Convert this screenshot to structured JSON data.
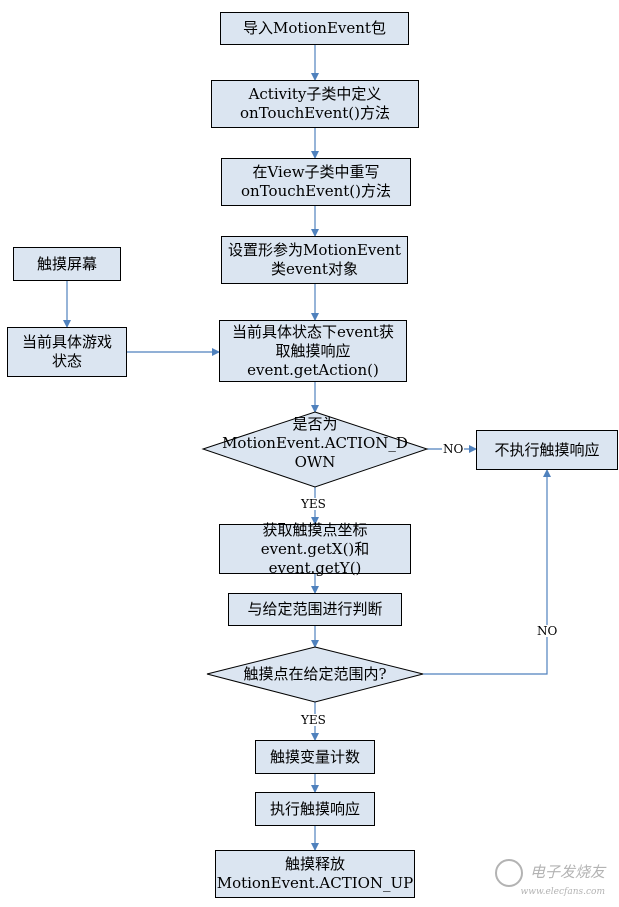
{
  "flow": {
    "step_import": "导入MotionEvent包",
    "step_activity_l1": "Activity子类中定义",
    "step_activity_l2": "onTouchEvent()方法",
    "step_view_l1": "在View子类中重写",
    "step_view_l2": "onTouchEvent()方法",
    "step_param_l1": "设置形参为MotionEvent",
    "step_param_l2": "类event对象",
    "step_getaction_l1": "当前具体状态下event获",
    "step_getaction_l2": "取触摸响应",
    "step_getaction_l3": "event.getAction()",
    "side_touch_screen": "触摸屏幕",
    "side_game_state_l1": "当前具体游戏",
    "side_game_state_l2": "状态",
    "decision_down_l1": "是否为",
    "decision_down_l2": "MotionEvent.ACTION_D",
    "decision_down_l3": "OWN",
    "no_response": "不执行触摸响应",
    "step_coords_l1": "获取触摸点坐标",
    "step_coords_l2": "event.getX()和event.getY()",
    "step_compare": "与给定范围进行判断",
    "decision_range": "触摸点在给定范围内?",
    "step_count": "触摸变量计数",
    "step_execute": "执行触摸响应",
    "step_release_l1": "触摸释放",
    "step_release_l2": "MotionEvent.ACTION_UP",
    "label_no_1": "NO",
    "label_yes_1": "YES",
    "label_no_2": "NO",
    "label_yes_2": "YES"
  },
  "watermark": {
    "text": "电子发烧友",
    "url": "www.elecfans.com"
  },
  "colors": {
    "box_fill": "#dbe5f1",
    "arrow": "#4f81bd",
    "border": "#000000"
  }
}
